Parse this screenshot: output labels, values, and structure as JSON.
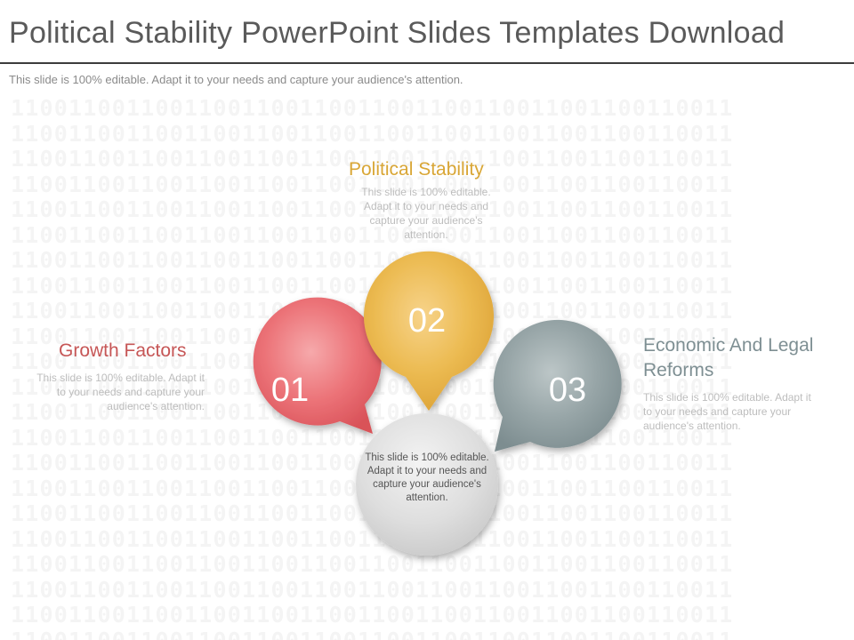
{
  "slide": {
    "title": "Political Stability PowerPoint Slides Templates Download",
    "subtitle": "This slide is 100% editable. Adapt it to your needs and capture your audience's attention."
  },
  "items": [
    {
      "number": "01",
      "heading": "Growth Factors",
      "description": "This slide is 100% editable. Adapt it to your needs and capture your audience's attention.",
      "color": "#e8666c"
    },
    {
      "number": "02",
      "heading": "Political Stability",
      "description": "This slide is 100% editable. Adapt it to your needs and capture your audience's attention.",
      "color": "#e8b548"
    },
    {
      "number": "03",
      "heading": "Economic And Legal Reforms",
      "description": "This slide is 100% editable. Adapt it to your needs and capture your audience's attention.",
      "color": "#8e9d9f"
    }
  ],
  "center": {
    "text": "This slide is 100% editable. Adapt it to your needs and capture your audience's attention.",
    "color": "#dcdcdc"
  },
  "background": {
    "pattern": "11001100110011001100110011001100110011001100110011"
  }
}
